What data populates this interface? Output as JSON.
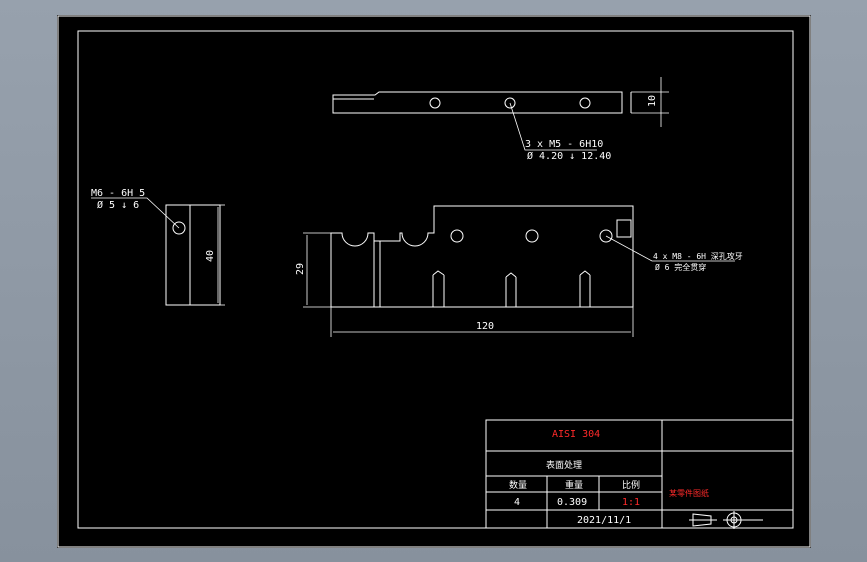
{
  "colors": {
    "background": "#000000",
    "lines": "#ffffff",
    "accent_red": "#ff2a2a",
    "viewport": "#8e98a4"
  },
  "drawing": {
    "top_view": {
      "callout_line1": "3 x  M5 - 6H10",
      "callout_line2": "Ø 4.20 ↓ 12.40",
      "dim_height": "10"
    },
    "side_view": {
      "callout_line1": "M6 - 6H 5",
      "callout_line2": "Ø 5 ↓ 6",
      "dim_height": "40"
    },
    "front_view": {
      "dim_length": "120",
      "dim_height": "29",
      "callout_line1": "4 x M8 - 6H 深孔攻牙",
      "callout_line2": "Ø 6 完全贯穿"
    }
  },
  "title_block": {
    "material": "AISI 304",
    "treatment_label": "表面处理",
    "headers": [
      "数量",
      "重量",
      "比例"
    ],
    "quantity": "4",
    "weight": "0.309",
    "scale": "1:1",
    "part_name": "某零件图纸",
    "date": "2021/11/1"
  }
}
